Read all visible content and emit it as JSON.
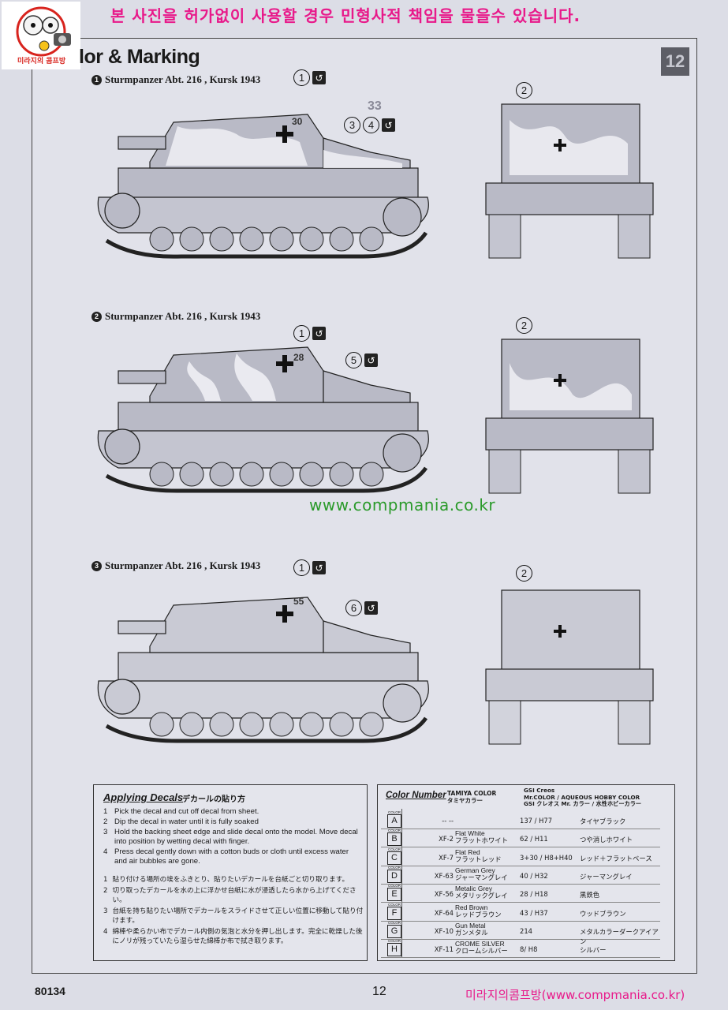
{
  "watermark": {
    "banner": "본 사진을 허가없이 사용할 경우 민형사적 책임을 물을수 있습니다.",
    "site": "www.compmania.co.kr",
    "footer": "미라지의콤프방(www.compmania.co.kr)",
    "logo_text": "미라지의 콤프방"
  },
  "header": {
    "title": "lor & Marking",
    "corner_step": "12"
  },
  "schemes": [
    {
      "number": "1",
      "label": "Sturmpanzer Abt. 216 , Kursk 1943",
      "turret_number": "30",
      "side_number": "33",
      "callouts_side": [
        "1",
        "3",
        "4"
      ],
      "callout_rear": "2",
      "camo": "#f0f0f4"
    },
    {
      "number": "2",
      "label": "Sturmpanzer Abt. 216 , Kursk 1943",
      "turret_number": "28",
      "callouts_side": [
        "1",
        "5"
      ],
      "callout_rear": "2",
      "camo": "#f0f0f4"
    },
    {
      "number": "3",
      "label": "Sturmpanzer Abt. 216 , Kursk 1943",
      "turret_number": "55",
      "callouts_side": [
        "1",
        "6"
      ],
      "callout_rear": "2",
      "camo": "none"
    }
  ],
  "applying_decals": {
    "title": "Applying Decals",
    "title_jp": "デカールの貼り方",
    "steps_en": [
      {
        "n": "1",
        "text": "Pick  the decal and cut off decal from sheet."
      },
      {
        "n": "2",
        "text": "Dip the decal in water until it is fully soaked"
      },
      {
        "n": "3",
        "text": "Hold the backing sheet edge and slide decal onto the model. Move decal into position by wetting decal with finger."
      },
      {
        "n": "4",
        "text": "Press decal gently down with a cotton buds or cloth until excess water and air bubbles are gone."
      }
    ],
    "steps_jp": [
      {
        "n": "1",
        "text": "貼り付ける場所の埃をふきとり、貼りたいデカールを台紙ごと切り取ります。"
      },
      {
        "n": "2",
        "text": "切り取ったデカールを水の上に浮かせ台紙に水が浸透したら水から上げてください。"
      },
      {
        "n": "3",
        "text": "台紙を持ち貼りたい場所でデカールをスライドさせて正しい位置に移動して貼り付けます。"
      },
      {
        "n": "4",
        "text": "綿棒や柔らかい布でデカール内側の気泡と水分を押し出します。完全に乾燥した後にノリが残っていたら湿らせた綿棒か布で拭き取ります。"
      }
    ]
  },
  "color_number": {
    "title": "Color Number",
    "tamiya_header": "TAMIYA COLOR",
    "tamiya_header_jp": "タミヤカラー",
    "gsi_header_1": "GSI Creos",
    "gsi_header_2": "Mr.COLOR / AQUEOUS HOBBY COLOR",
    "gsi_header_jp": "GSI クレオス Mr. カラー / 水性ホビーカラー",
    "chip_label": "COLOR",
    "rows": [
      {
        "code": "A",
        "tamiya": "-- --",
        "name_en": "",
        "name_jp": "",
        "gsi": "137 / H77",
        "jp": "タイヤブラック"
      },
      {
        "code": "B",
        "tamiya": "XF-2",
        "name_en": "Flat White",
        "name_jp": "フラットホワイト",
        "gsi": "62 / H11",
        "jp": "つや消しホワイト"
      },
      {
        "code": "C",
        "tamiya": "XF-7",
        "name_en": "Flat Red",
        "name_jp": "フラットレッド",
        "gsi": "3+30 / H8+H40",
        "jp": "レッド＋フラットベース"
      },
      {
        "code": "D",
        "tamiya": "XF-63",
        "name_en": "German Grey",
        "name_jp": "ジャーマングレイ",
        "gsi": "40 / H32",
        "jp": "ジャーマングレイ"
      },
      {
        "code": "E",
        "tamiya": "XF-56",
        "name_en": "Metalic Grey",
        "name_jp": "メタリックグレイ",
        "gsi": "28 / H18",
        "jp": "黒鉄色"
      },
      {
        "code": "F",
        "tamiya": "XF-64",
        "name_en": "Red Brown",
        "name_jp": "レッドブラウン",
        "gsi": "43 / H37",
        "jp": "ウッドブラウン"
      },
      {
        "code": "G",
        "tamiya": "XF-10",
        "name_en": "Gun Metal",
        "name_jp": "ガンメタル",
        "gsi": "214",
        "jp": "メタルカラーダークアイアン"
      },
      {
        "code": "H",
        "tamiya": "XF-11",
        "name_en": "CROME SILVER",
        "name_jp": "クロームシルバー",
        "gsi": "8/ H8",
        "jp": "シルバー"
      }
    ]
  },
  "footer": {
    "product_code": "80134",
    "page_number": "12"
  },
  "colors": {
    "hull_grey": "#b9bac6",
    "line": "#222222",
    "camo_white": "#f0f0f4",
    "watermark_pink": "#e8198a",
    "watermark_green": "#2a9a2a"
  }
}
